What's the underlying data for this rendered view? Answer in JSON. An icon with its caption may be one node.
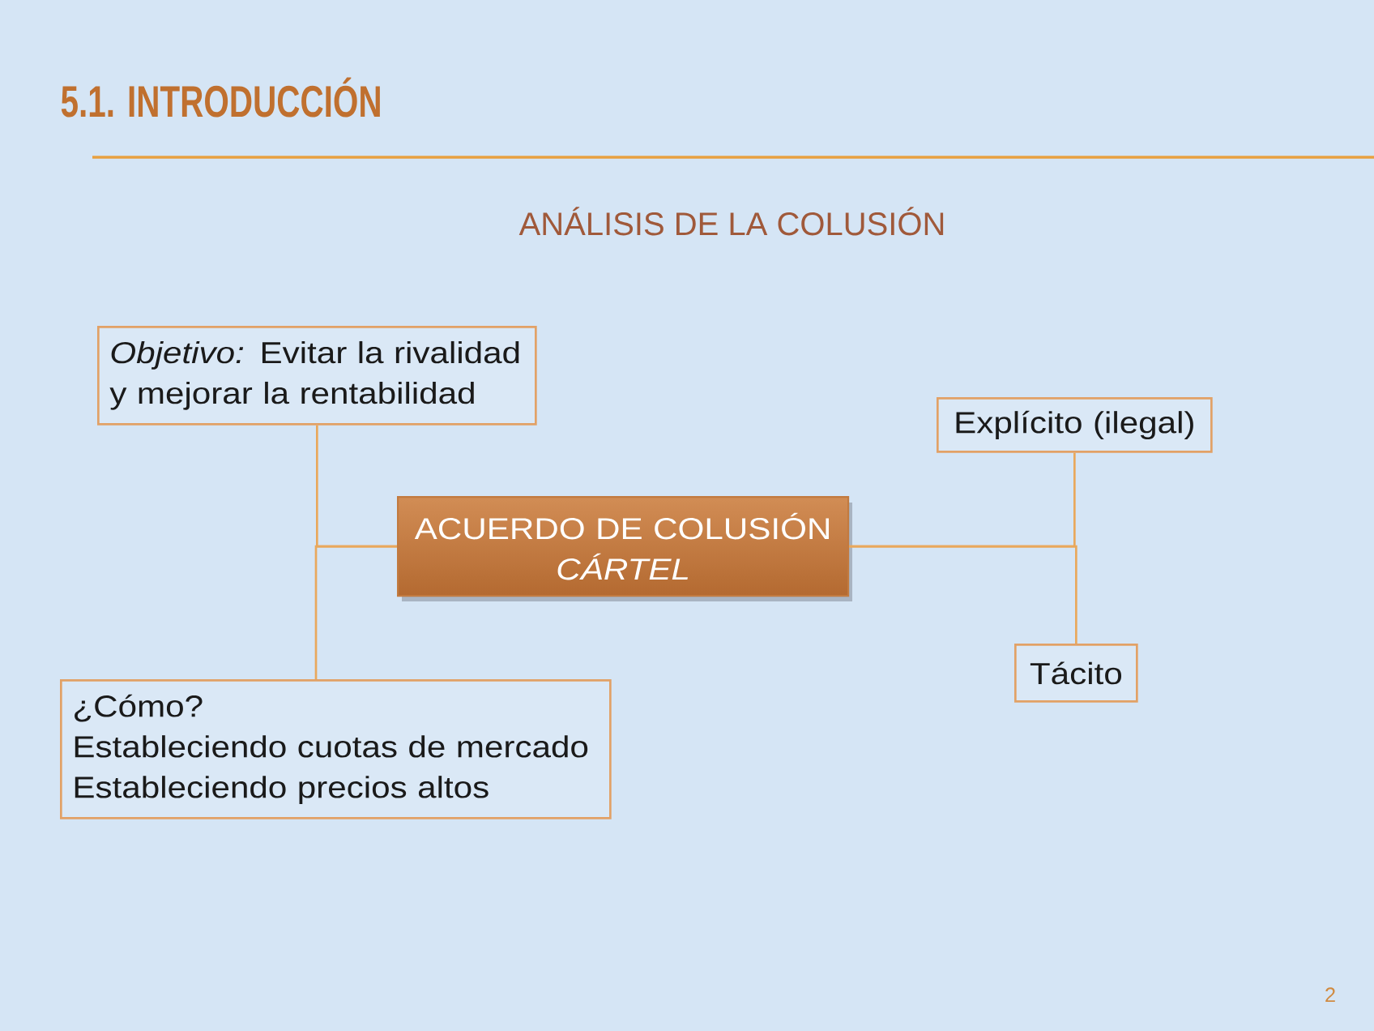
{
  "diagram": {
    "title": "5.1. INTRODUCCIÓN",
    "nodes": [
      {
        "text": [
          "*Objetivo:* Evitar la rivalidad y mejorar la rentabilidad"
        ]
      },
      {
        "text": [
          "ACUERDO DE COLUSIÓN",
          "CÁRTEL"
        ]
      },
      {
        "text": [
          "Explícito (ilegal)"
        ]
      },
      {
        "text": [
          "Tácito"
        ]
      },
      {
        "text": [
          "¿Cómo?",
          "Estableciendo cuotas de mercado",
          "Estableciendo precios altos"
        ]
      }
    ],
    "edges": [
      {
        "from": 1,
        "to": 0,
        "arrow": "none"
      },
      {
        "from": 1,
        "to": 4,
        "arrow": "none"
      },
      {
        "from": 1,
        "to": 2,
        "arrow": "none"
      },
      {
        "from": 1,
        "to": 3,
        "arrow": "none"
      }
    ],
    "labels": [
      "ANÁLISIS DE LA COLUSIÓN",
      "2"
    ]
  }
}
